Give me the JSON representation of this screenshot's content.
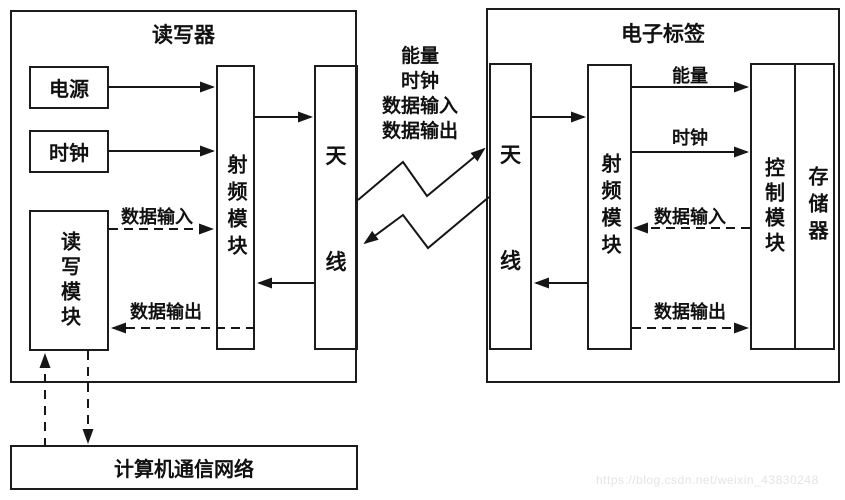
{
  "reader": {
    "title": "读写器",
    "power_label": "电源",
    "clock_label": "时钟",
    "rw_module_label": "读写模块",
    "rf_module_label": "射频模块",
    "antenna_char_top": "天",
    "antenna_char_bottom": "线",
    "data_input_label": "数据输入",
    "data_output_label": "数据输出"
  },
  "tag": {
    "title": "电子标签",
    "antenna_char_top": "天",
    "antenna_char_bottom": "线",
    "rf_module_label": "射频模块",
    "control_module_label": "控制模块",
    "memory_label": "存储器",
    "energy_label": "能量",
    "clock_label": "时钟",
    "data_input_label": "数据输入",
    "data_output_label": "数据输出"
  },
  "air_interface": {
    "lines": [
      "能量",
      "时钟",
      "数据输入",
      "数据输出"
    ]
  },
  "network": {
    "label": "计算机通信网络"
  },
  "watermark": {
    "text": "https://blog.csdn.net/weixin_43830248"
  },
  "colors": {
    "line": "#1c1c1c",
    "background": "#ffffff",
    "watermark_text": "#e4e4e4"
  }
}
